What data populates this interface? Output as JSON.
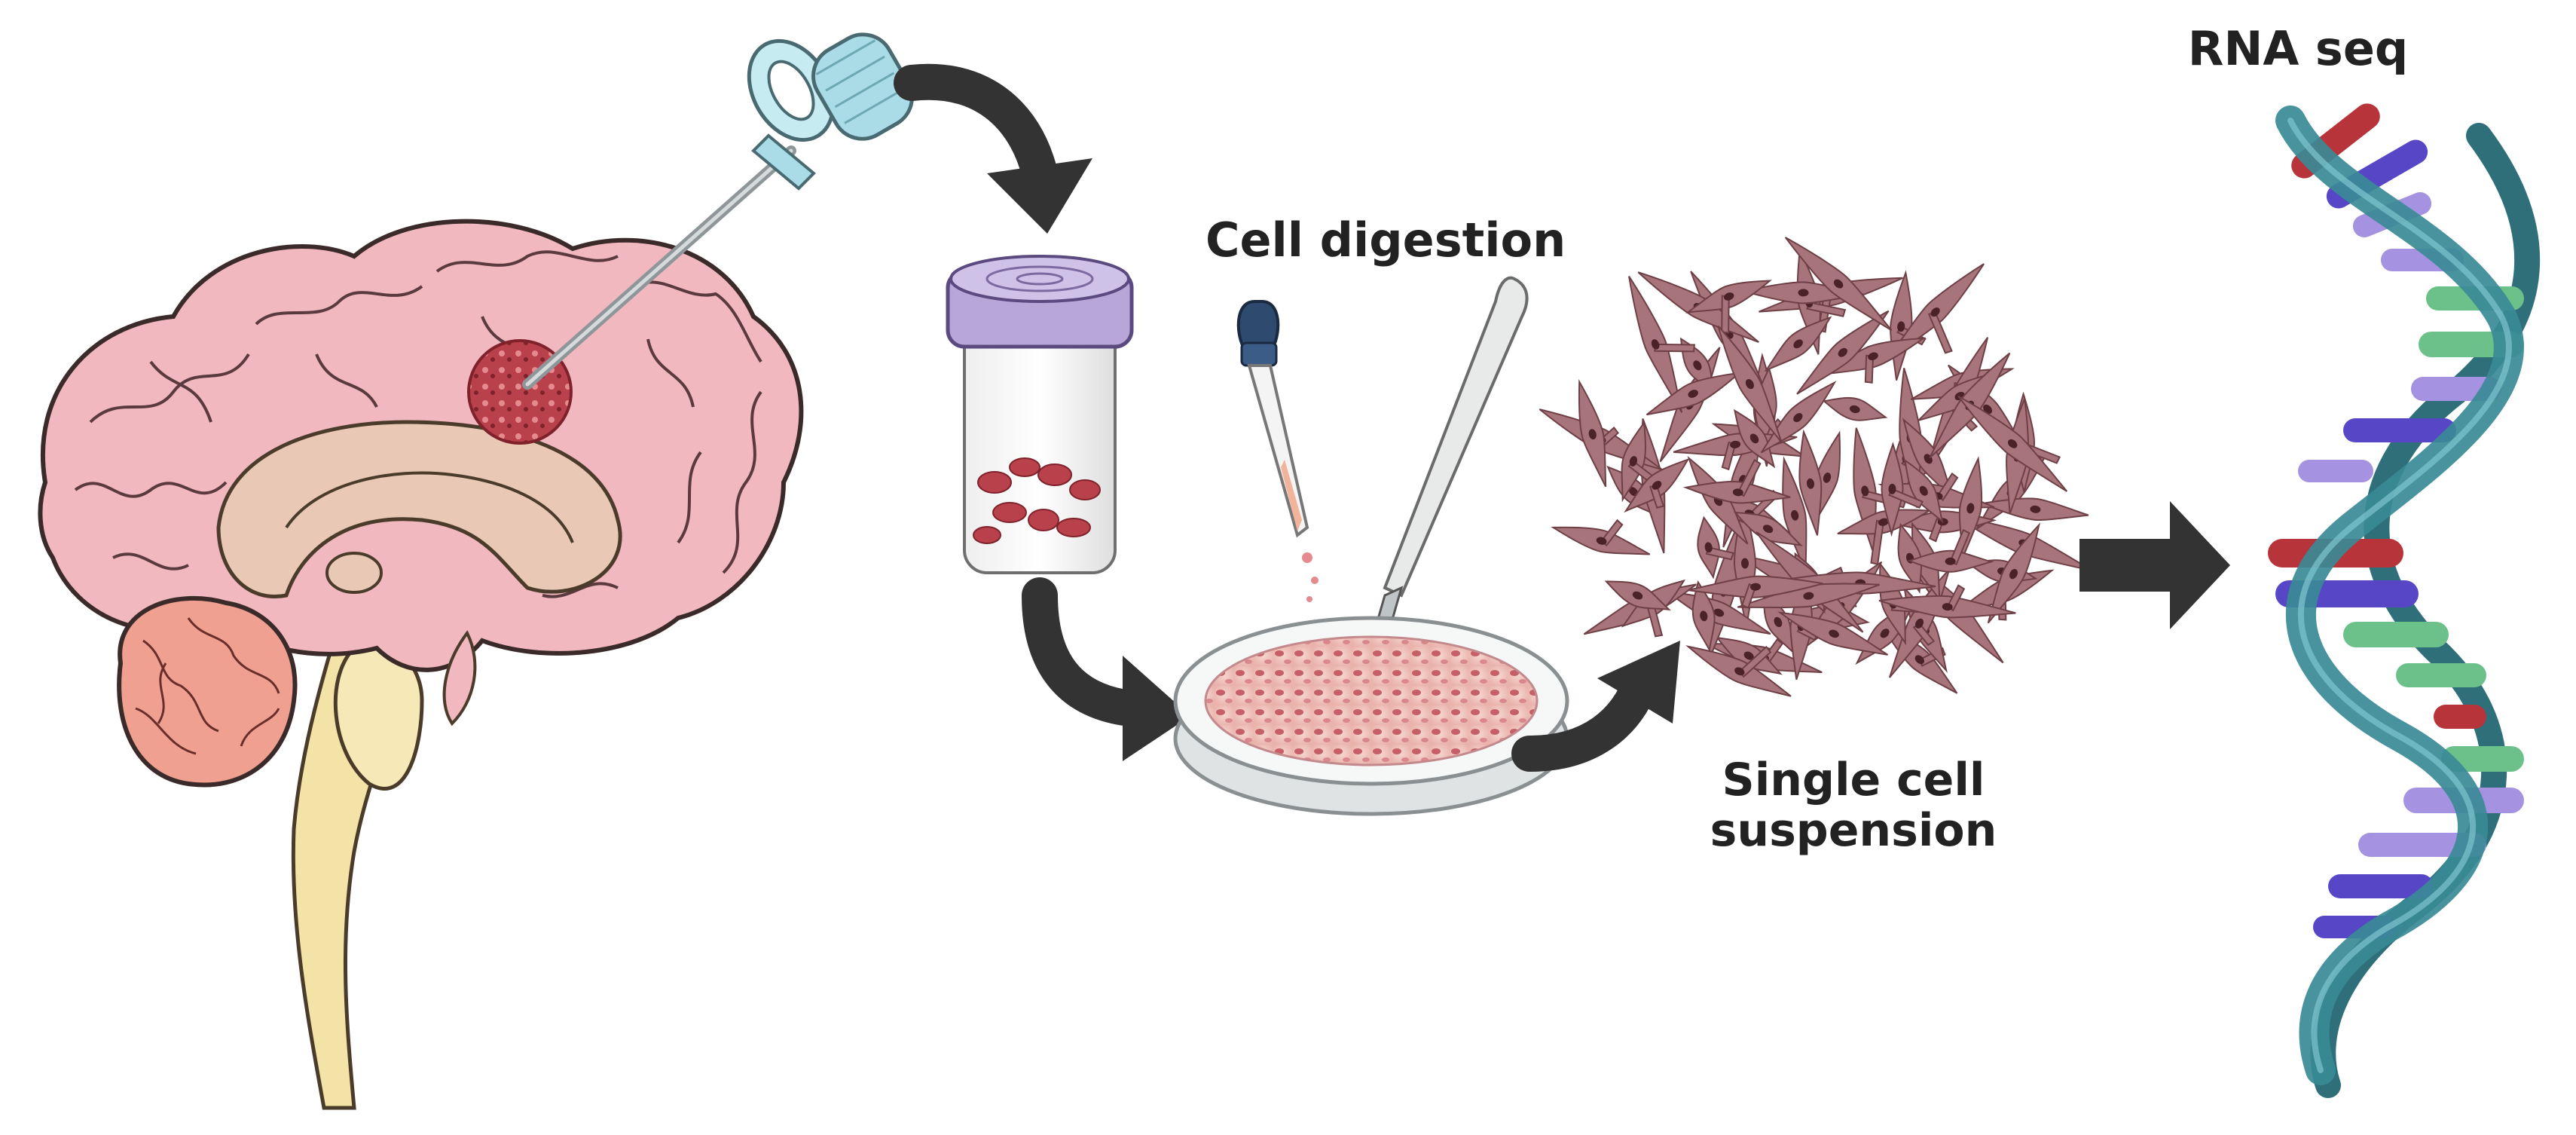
{
  "labels": {
    "cell_digestion": "Cell digestion",
    "single_cell_line1": "Single cell",
    "single_cell_line2": "suspension",
    "rna_seq": "RNA seq"
  },
  "colors": {
    "brain_cortex": "#f2b8bf",
    "brain_inner": "#e9c9b5",
    "cerebellum": "#f0a090",
    "brainstem": "#f4e3a6",
    "tumor": "#b9414c",
    "biopsy_needle_handle": "#a9dce6",
    "jar_lid": "#b8a6d8",
    "cells": "#a8747c",
    "arrow": "#333333",
    "dna_backbone": "#3a8a96",
    "base_red": "#b7343b",
    "base_blue": "#5747c7",
    "base_lavender": "#a592e0",
    "base_green": "#6cc08a"
  },
  "icons": [
    "brain-illustration",
    "biopsy-needle-icon",
    "specimen-jar-icon",
    "dropper-icon",
    "scalpel-icon",
    "petri-dish-icon",
    "cell-cluster-icon",
    "dna-helix-icon"
  ]
}
